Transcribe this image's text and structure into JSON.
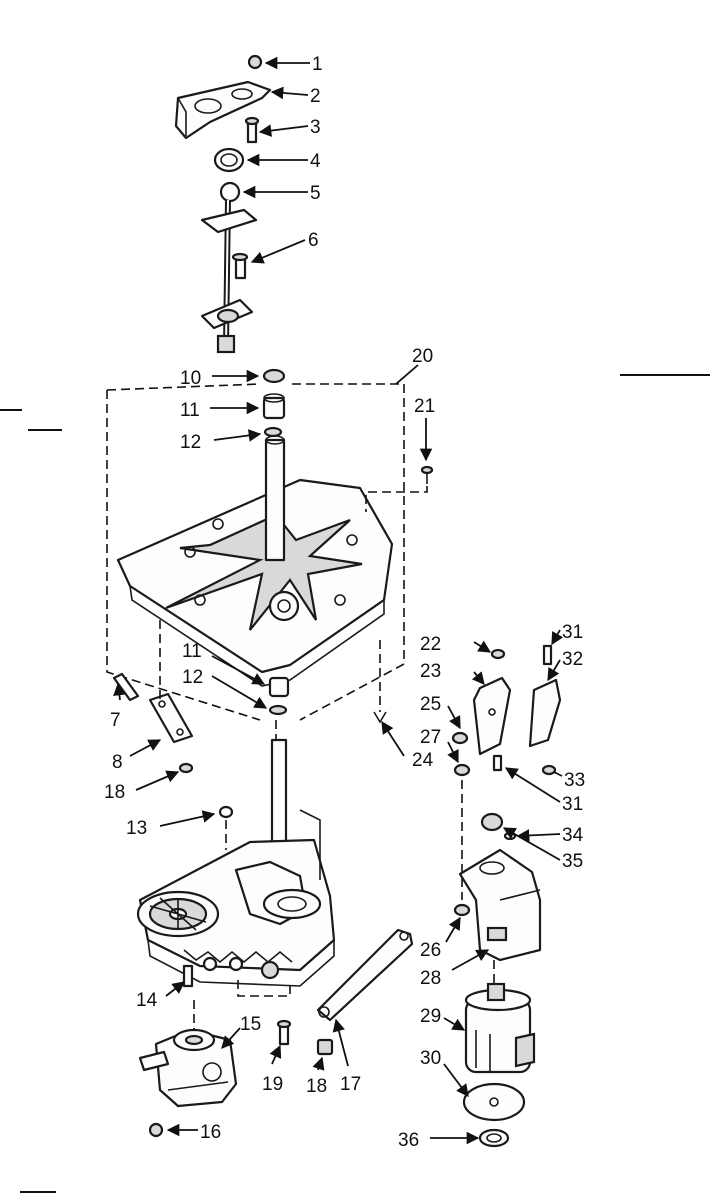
{
  "callouts": {
    "c1": "1",
    "c2": "2",
    "c3": "3",
    "c4": "4",
    "c5": "5",
    "c6": "6",
    "c7": "7",
    "c8": "8",
    "c10": "10",
    "c11a": "11",
    "c11b": "11",
    "c12a": "12",
    "c12b": "12",
    "c13": "13",
    "c14": "14",
    "c15": "15",
    "c16": "16",
    "c17": "17",
    "c18a": "18",
    "c18b": "18",
    "c19": "19",
    "c20": "20",
    "c21": "21",
    "c22": "22",
    "c23": "23",
    "c24": "24",
    "c25": "25",
    "c26": "26",
    "c27": "27",
    "c28": "28",
    "c29": "29",
    "c30": "30",
    "c31a": "31",
    "c31b": "31",
    "c32": "32",
    "c33": "33",
    "c34": "34",
    "c35": "35",
    "c36": "36"
  }
}
